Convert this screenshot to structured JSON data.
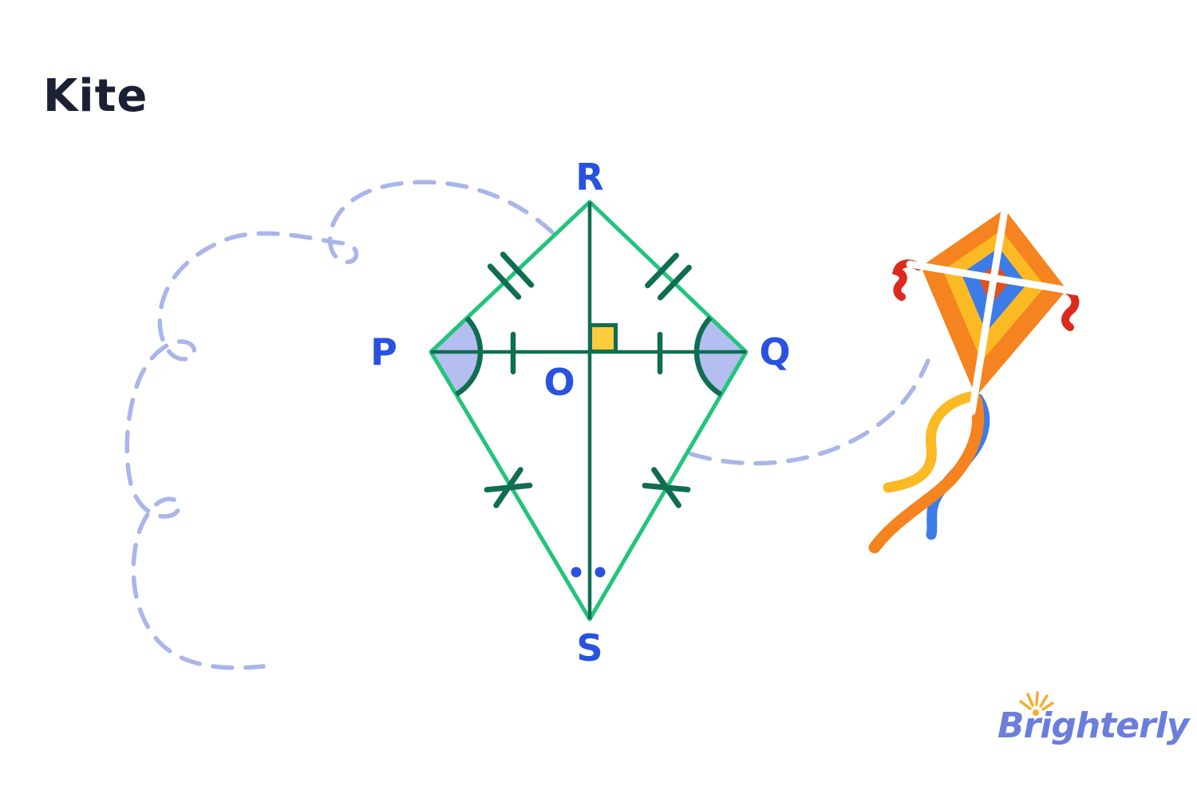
{
  "title": "Kite",
  "diagram": {
    "labels": {
      "R": "R",
      "P": "P",
      "Q": "Q",
      "S": "S",
      "O": "O"
    }
  },
  "logo": {
    "text": "Brighterly"
  },
  "colors": {
    "title_navy": "#1B2033",
    "label_blue": "#2A52E0",
    "side_green": "#22C47C",
    "dark_green": "#0F6E51",
    "angle_fill_periwinkle": "#B5BEF1",
    "dashed_lavender": "#AAB5EA",
    "right_angle_yellow": "#FCCB3E",
    "kite_orange": "#F5831F",
    "kite_yellow": "#FBB924",
    "kite_blue": "#3D7CE8",
    "kite_core_orange": "#E3511B",
    "ribbon_red": "#DD2A1E",
    "logo_periwinkle": "#6C7EDB",
    "logo_sun_yellow": "#F2AE2E"
  }
}
